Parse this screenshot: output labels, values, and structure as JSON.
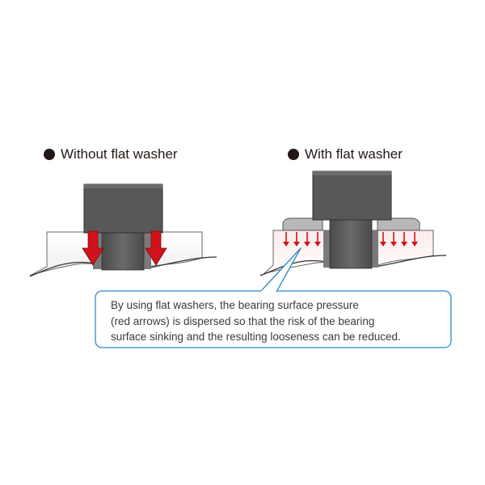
{
  "headings": {
    "left": "Without flat washer",
    "right": "With flat washer"
  },
  "callout": {
    "lines": [
      "By using flat washers, the bearing surface pressure",
      "(red arrows) is dispersed so that the risk of the bearing",
      "surface sinking and the resulting looseness can be reduced."
    ]
  },
  "colors": {
    "arrow": "#d0121b",
    "bolt": "#555555",
    "washer": "#b8b8b8",
    "callout_border": "#2e8bc4"
  }
}
